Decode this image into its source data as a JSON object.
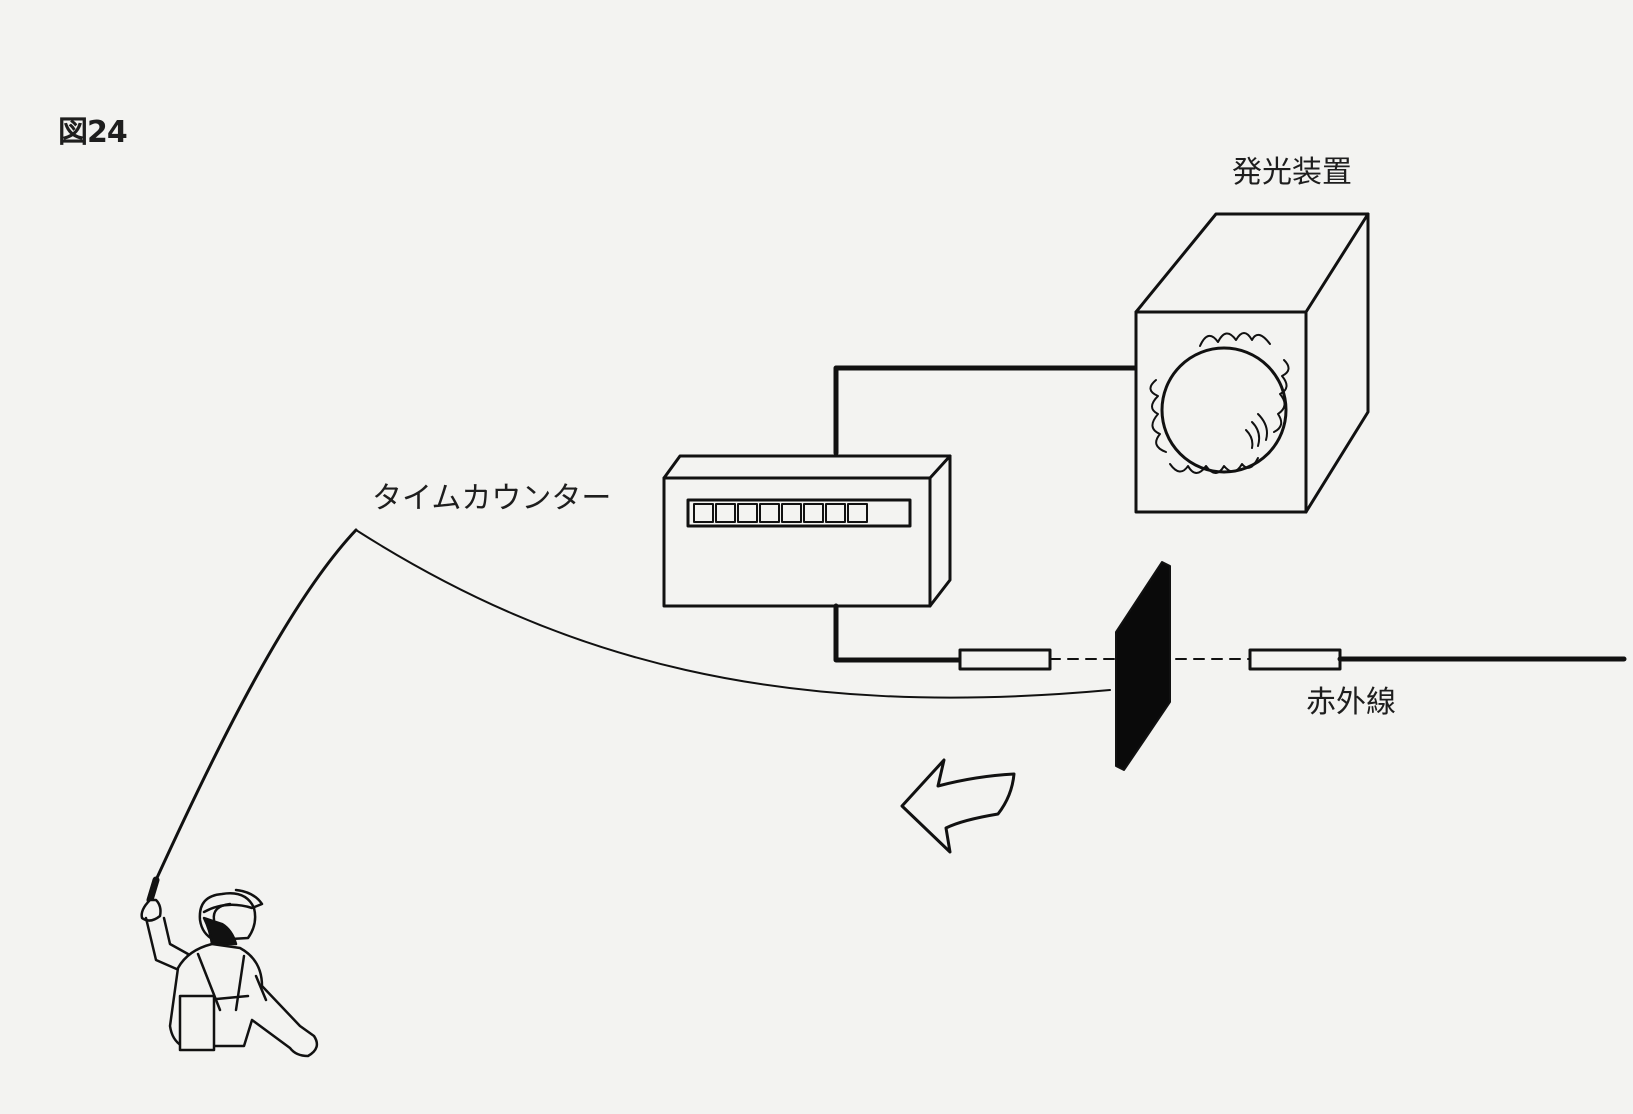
{
  "figure": {
    "title": "図24"
  },
  "labels": {
    "light_emitter": "発光装置",
    "time_counter": "タイムカウンター",
    "infrared": "赤外線"
  },
  "diagram": {
    "counter_display_segments": 8,
    "colors": {
      "ink": "#111111",
      "paper": "#f3f3f1",
      "target_fill": "#0a0a0a"
    }
  }
}
